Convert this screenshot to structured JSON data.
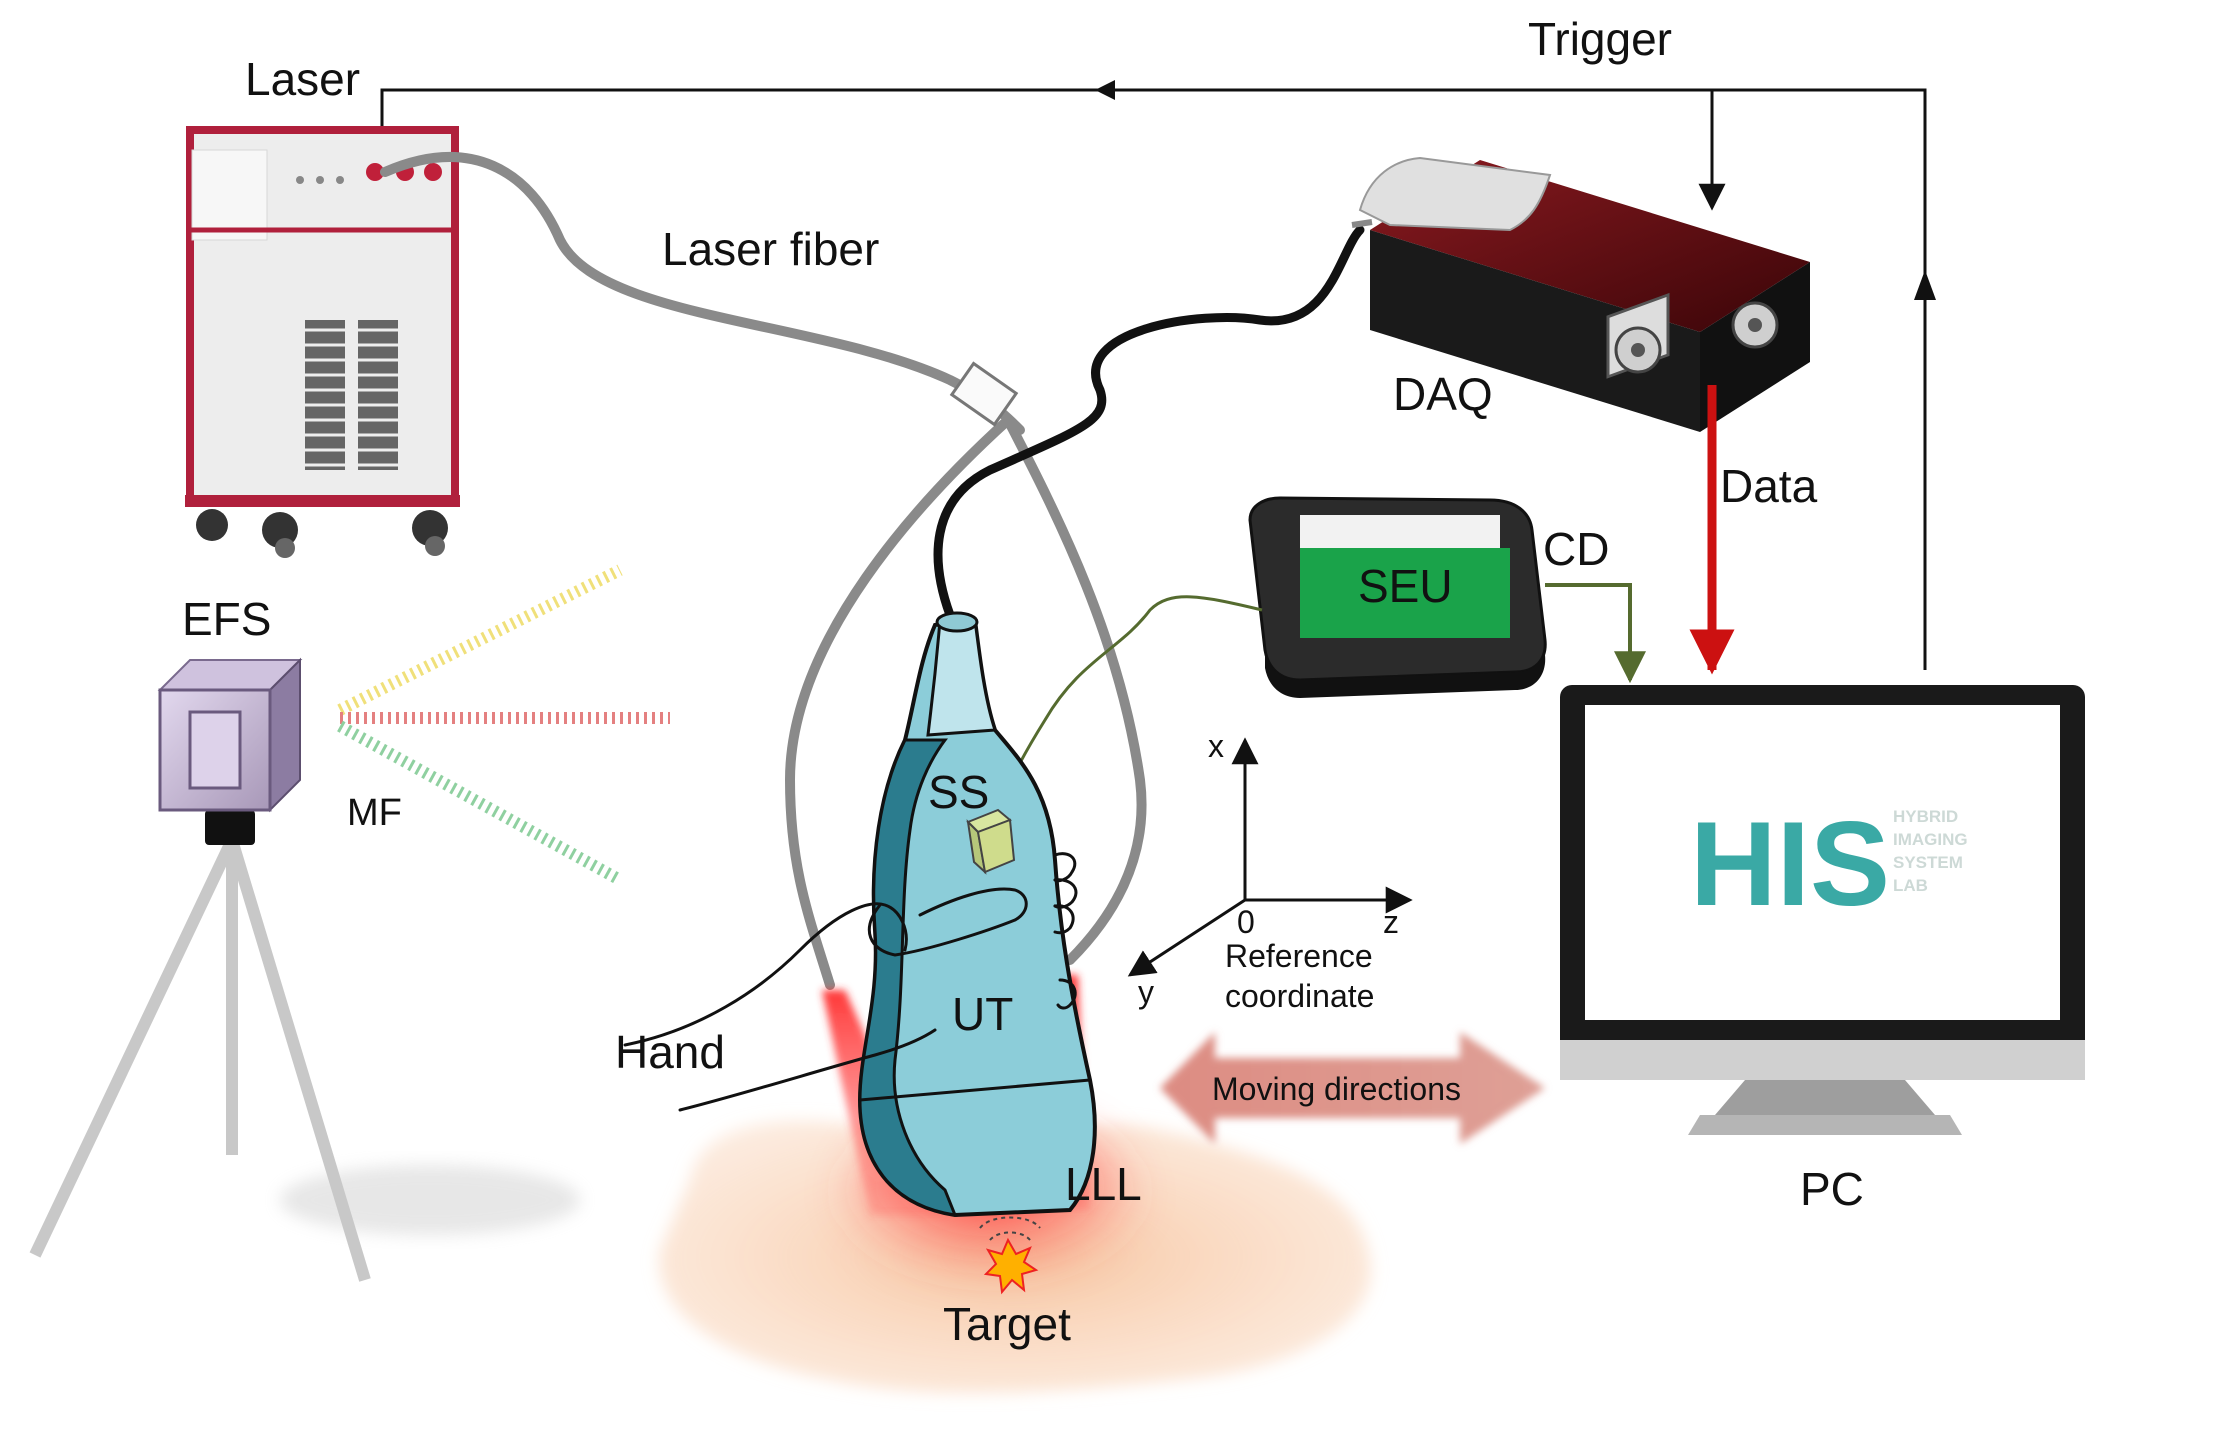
{
  "labels": {
    "laser": "Laser",
    "laser_fiber": "Laser fiber",
    "trigger": "Trigger",
    "daq": "DAQ",
    "data": "Data",
    "cd": "CD",
    "seu": "SEU",
    "efs": "EFS",
    "mf": "MF",
    "ss": "SS",
    "ut": "UT",
    "hand": "Hand",
    "lll": "LLL",
    "target": "Target",
    "pc": "PC",
    "moving_directions": "Moving directions",
    "axis_x": "x",
    "axis_y": "y",
    "axis_z": "z",
    "axis_origin": "0",
    "reference_line1": "Reference",
    "reference_line2": "coordinate"
  },
  "monitor_logo": {
    "big": "HIS",
    "line1": "HYBRID",
    "line2": "IMAGING",
    "line3": "SYSTEM",
    "line4": "LAB"
  },
  "colors": {
    "trigger_line": "#111111",
    "data_arrow": "#cc1111",
    "cd_arrow": "#556b2f",
    "seu_screen": "#1aa34a",
    "daq_body": "#6b0f14",
    "laser_frame": "#b0203c",
    "skin": "#f8c9a6",
    "probe": "#8ccdd9",
    "moving_arrow": "#d9857a"
  },
  "icons": [
    "laser-unit-icon",
    "daq-box-icon",
    "seu-device-icon",
    "camera-tripod-icon",
    "ultrasound-probe-icon",
    "monitor-icon",
    "target-star-icon"
  ]
}
